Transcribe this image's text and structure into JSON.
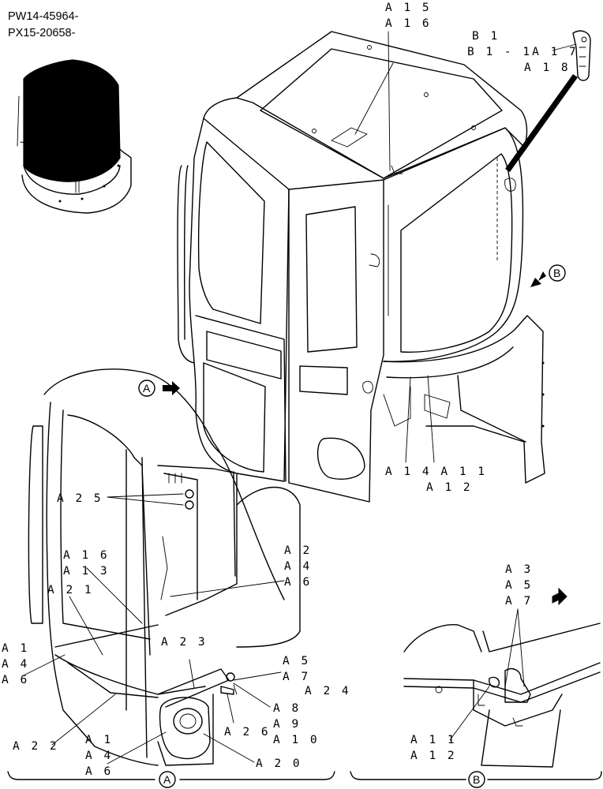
{
  "serials": [
    "PW14-45964-",
    "PX15-20658-"
  ],
  "main_labels": {
    "a15": "A 1 5",
    "a16": "A 1 6",
    "b1": "B 1",
    "b1_a17": "B 1 - 1A 1 7",
    "a18": "A 1 8",
    "a14_a11": "A 1 4 A 1 1",
    "a12": "A 1 2"
  },
  "callouts": {
    "view_a": "A",
    "view_b": "B"
  },
  "detail_a_labels": {
    "a25": "A 2 5",
    "a16": "A 1 6",
    "a13": "A 1 3",
    "a21": "A 2 1",
    "a2": "A 2",
    "a4_top": "A 4",
    "a6_top": "A 6",
    "a1_left": "A 1",
    "a4_left": "A 4",
    "a6_left": "A 6",
    "a23": "A 2 3",
    "a5": "A 5",
    "a7": "A 7",
    "a24": "A 2 4",
    "a8": "A 8",
    "a9": "A 9",
    "a10": "A 1 0",
    "a26": "A 2 6",
    "a22": "A 2 2",
    "a1_bottom": "A 1",
    "a4_bottom": "A 4",
    "a6_bottom": "A 6",
    "a20": "A 2 0"
  },
  "detail_b_labels": {
    "a3": "A 3",
    "a5": "A 5",
    "a7": "A 7",
    "a11": "A 1 1",
    "a12": "A 1 2"
  }
}
